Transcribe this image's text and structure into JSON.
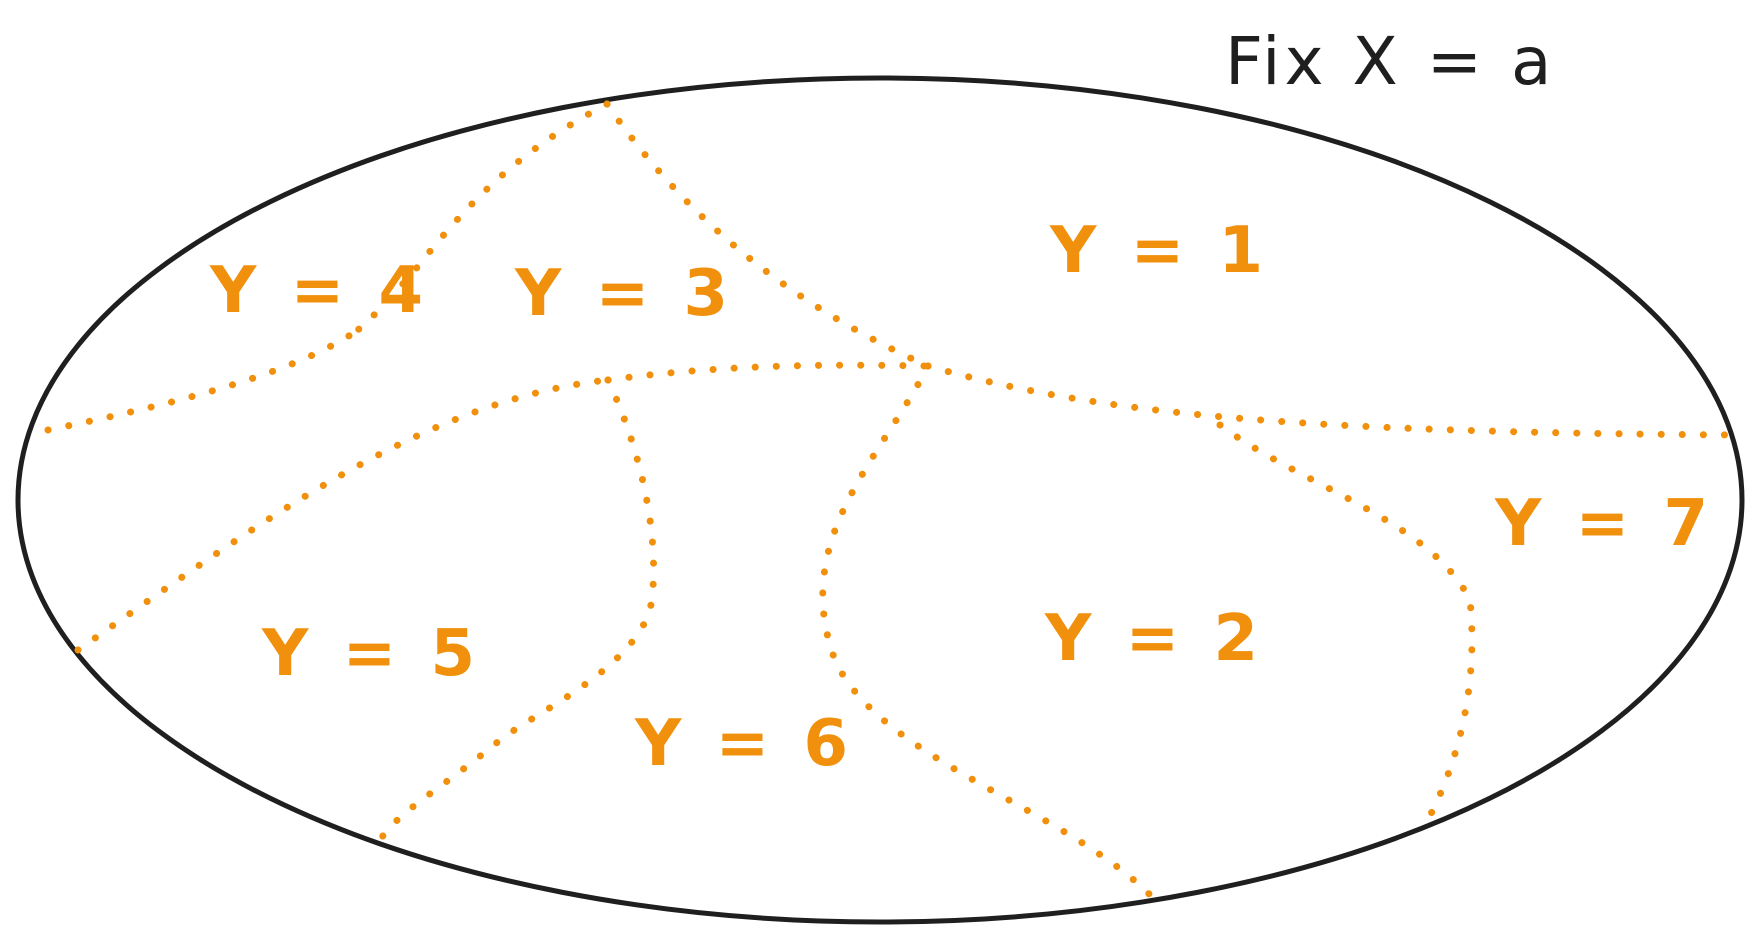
{
  "title": "Fix X = a",
  "regions": [
    {
      "id": "y1",
      "label": "Y = 1"
    },
    {
      "id": "y2",
      "label": "Y = 2"
    },
    {
      "id": "y3",
      "label": "Y = 3"
    },
    {
      "id": "y4",
      "label": "Y = 4"
    },
    {
      "id": "y5",
      "label": "Y = 5"
    },
    {
      "id": "y6",
      "label": "Y = 6"
    },
    {
      "id": "y7",
      "label": "Y = 7"
    }
  ],
  "colors": {
    "boundary": "#1f1f1f",
    "partition": "#f0900c",
    "label": "#f0900c",
    "title": "#1f1f1f",
    "background": "#ffffff"
  }
}
